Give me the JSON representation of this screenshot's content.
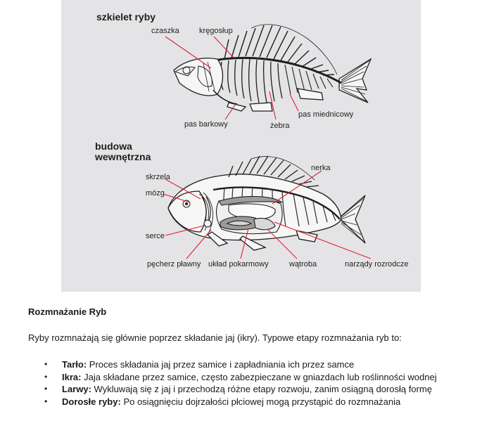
{
  "figure": {
    "skeleton_title": "szkielet ryby",
    "internal_title_line1": "budowa",
    "internal_title_line2": "wewnętrzna",
    "skeleton_labels": {
      "skull": "czaszka",
      "spine": "kręgosłup",
      "shoulder_girdle": "pas barkowy",
      "rib": "żebra",
      "pelvic_girdle": "pas miednicowy"
    },
    "internal_labels": {
      "kidney": "nerka",
      "gills": "skrzela",
      "brain": "mózg",
      "heart": "serce",
      "swim_bladder": "pęcherz pławny",
      "digestive_system": "układ pokarmowy",
      "liver": "wątroba",
      "reproductive_organs": "narządy rozrodcze"
    }
  },
  "section": {
    "heading": "Rozmnażanie Ryb",
    "intro": "Ryby rozmnażają się głównie poprzez składanie jaj (ikry). Typowe etapy rozmnażania ryb to:",
    "stages": [
      {
        "term": "Tarło",
        "desc": " Proces składania jaj przez samice i zapładniania ich przez samce"
      },
      {
        "term": "Ikra",
        "desc": " Jaja składane przez samice, często zabezpieczane w gniazdach lub roślinności wodnej"
      },
      {
        "term": "Larwy",
        "desc": " Wykluwają się z jaj i przechodzą różne etapy rozwoju, zanim osiągną dorosłą formę"
      },
      {
        "term": "Dorosłe ryby",
        "desc": " Po osiągnięciu dojrzałości płciowej mogą przystąpić do rozmnażania"
      }
    ],
    "bullet_char": "•",
    "term_separator": ":"
  }
}
